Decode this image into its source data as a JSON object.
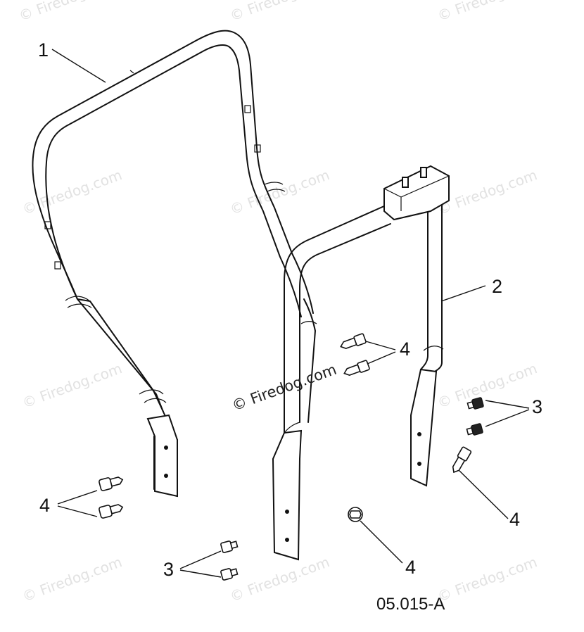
{
  "watermark": {
    "text": "© Firedog.com"
  },
  "drawing": {
    "code": "05.015-A"
  },
  "callouts": [
    {
      "id": "1",
      "label": "1"
    },
    {
      "id": "2",
      "label": "2"
    },
    {
      "id": "3a",
      "label": "3"
    },
    {
      "id": "3b",
      "label": "3"
    },
    {
      "id": "4a",
      "label": "4"
    },
    {
      "id": "4b",
      "label": "4"
    },
    {
      "id": "4c",
      "label": "4"
    },
    {
      "id": "4d",
      "label": "4"
    }
  ]
}
